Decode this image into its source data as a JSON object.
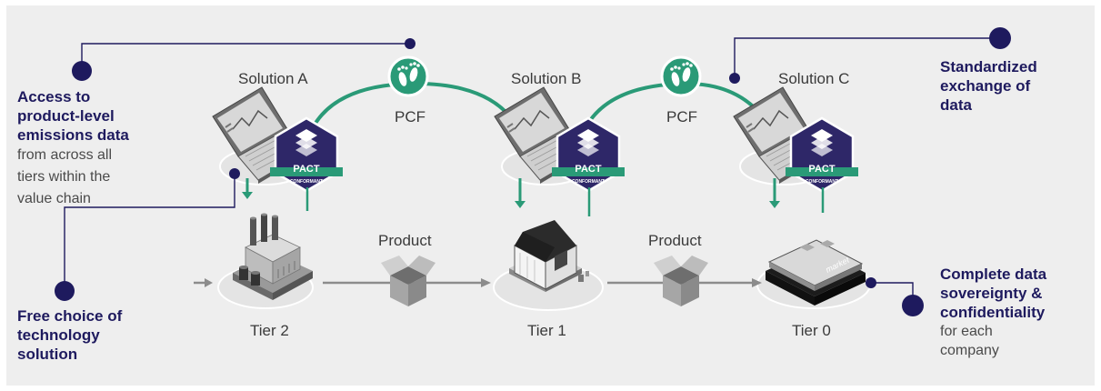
{
  "solutions": [
    "Solution A",
    "Solution B",
    "Solution C"
  ],
  "pcf_labels": [
    "PCF",
    "PCF"
  ],
  "product_labels": [
    "Product",
    "Product"
  ],
  "tiers": [
    "Tier 2",
    "Tier 1",
    "Tier 0"
  ],
  "badge": {
    "title": "PACT",
    "subtitle": "CONFORMANT"
  },
  "market_label": "market",
  "callouts": {
    "access": {
      "bold": [
        "Access to",
        "product-level",
        "emissions data"
      ],
      "normal": [
        "from across all",
        "tiers within the",
        "value chain"
      ]
    },
    "free": {
      "bold": [
        "Free choice of",
        "technology",
        "solution"
      ]
    },
    "standardized": {
      "bold": [
        "Standardized",
        "exchange of",
        "data"
      ]
    },
    "sovereignty": {
      "bold": [
        "Complete data",
        "sovereignty &",
        "confidentiality"
      ],
      "normal": [
        "for each",
        "company"
      ]
    }
  },
  "colors": {
    "navy": "#1e1a5e",
    "teal": "#2a9a77",
    "arrow_grey": "#8c8c8c",
    "background": "#eeeeee"
  },
  "icons": [
    "footprints-icon",
    "laptop-icon",
    "factory-icon",
    "warehouse-icon",
    "market-icon",
    "box-icon"
  ]
}
